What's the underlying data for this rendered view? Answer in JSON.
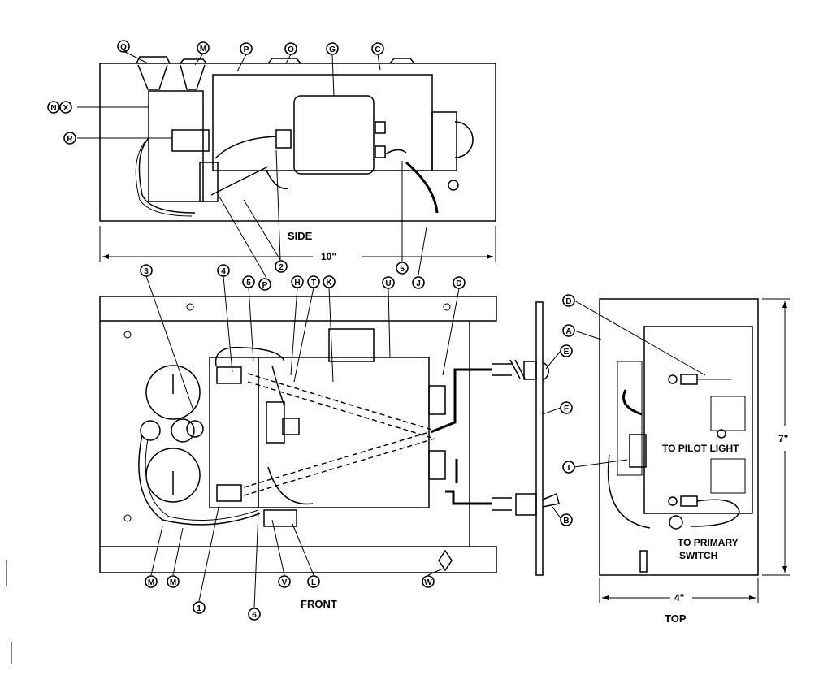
{
  "views": {
    "side": "SIDE",
    "front": "FRONT",
    "top": "TOP"
  },
  "dimensions": {
    "width_10": "10\"",
    "width_4": "4\"",
    "height_7": "7\""
  },
  "notes": {
    "pilot_light": "TO PILOT LIGHT",
    "primary_switch_1": "TO PRIMARY",
    "primary_switch_2": "SWITCH"
  },
  "callouts": {
    "side": [
      "Q",
      "M",
      "P",
      "O",
      "G",
      "C",
      "N",
      "X",
      "R",
      "P",
      "2",
      "5",
      "J"
    ],
    "front": [
      "3",
      "4",
      "5",
      "P",
      "2",
      "H",
      "T",
      "K",
      "U",
      "D",
      "M",
      "M",
      "1",
      "6",
      "V",
      "L",
      "W"
    ],
    "panel": [
      "E",
      "F",
      "B"
    ],
    "top": [
      "D",
      "A",
      "I"
    ]
  }
}
